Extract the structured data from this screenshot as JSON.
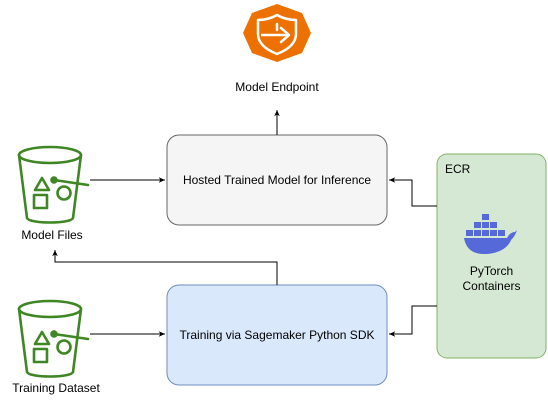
{
  "nodes": {
    "model_endpoint": {
      "label": "Model Endpoint"
    },
    "hosted_model": {
      "label": "Hosted Trained Model for Inference"
    },
    "training": {
      "label": "Training via Sagemaker Python SDK"
    },
    "model_files": {
      "label": "Model Files"
    },
    "training_dataset": {
      "label": "Training Dataset"
    },
    "ecr": {
      "title": "ECR",
      "container_label_line1": "PyTorch",
      "container_label_line2": "Containers"
    }
  },
  "icons": {
    "endpoint": "sagemaker-endpoint-icon",
    "bucket": "s3-bucket-icon",
    "docker": "docker-icon"
  },
  "colors": {
    "endpoint_orange": "#ED7100",
    "s3_green": "#3F8624",
    "hosted_fill": "#F5F5F5",
    "training_fill": "#DAE8FC",
    "training_stroke": "#6C8EBF",
    "ecr_fill": "#D5E8D4",
    "ecr_stroke": "#82B366",
    "docker_blue": "#5569D8",
    "line": "#000000"
  },
  "edges": [
    {
      "from": "hosted_model",
      "to": "model_endpoint"
    },
    {
      "from": "model_files",
      "to": "hosted_model"
    },
    {
      "from": "ecr",
      "to": "hosted_model"
    },
    {
      "from": "ecr",
      "to": "training"
    },
    {
      "from": "training_dataset",
      "to": "training"
    },
    {
      "from": "training",
      "to": "model_files"
    }
  ]
}
